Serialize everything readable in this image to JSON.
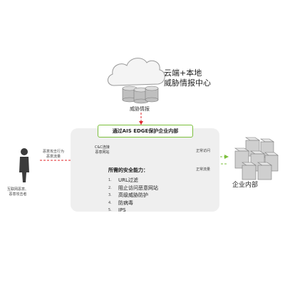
{
  "cloud": {
    "title_line1": "云端+本地",
    "title_line2": "威胁情报中心",
    "intel_label": "威胁情报"
  },
  "panel": {
    "banner": "通过AIS EDGE保护企业内部",
    "cc_line1": "C&C连接",
    "cc_line2": "恶意网站",
    "capabilities_title": "所需的安全能力：",
    "capabilities": [
      {
        "num": "1.",
        "label": "URL过滤"
      },
      {
        "num": "2.",
        "label": "阻止访问恶意网站"
      },
      {
        "num": "3.",
        "label": "高级威胁防护"
      },
      {
        "num": "4.",
        "label": "防病毒"
      },
      {
        "num": "5.",
        "label": "IPS"
      }
    ]
  },
  "attack": {
    "line1": "恶意攻击行为",
    "line2": "恶意流量"
  },
  "attacker": {
    "line1": "互联网恶意、",
    "line2": "恶意攻击者"
  },
  "traffic": {
    "normal_access": "正常访问",
    "normal_traffic": "正常流量"
  },
  "enterprise": {
    "label": "企业内部"
  },
  "colors": {
    "attack": "#e0262a",
    "normal": "#7bbf3c",
    "panel": "#efefef",
    "block": "#e0262a"
  }
}
